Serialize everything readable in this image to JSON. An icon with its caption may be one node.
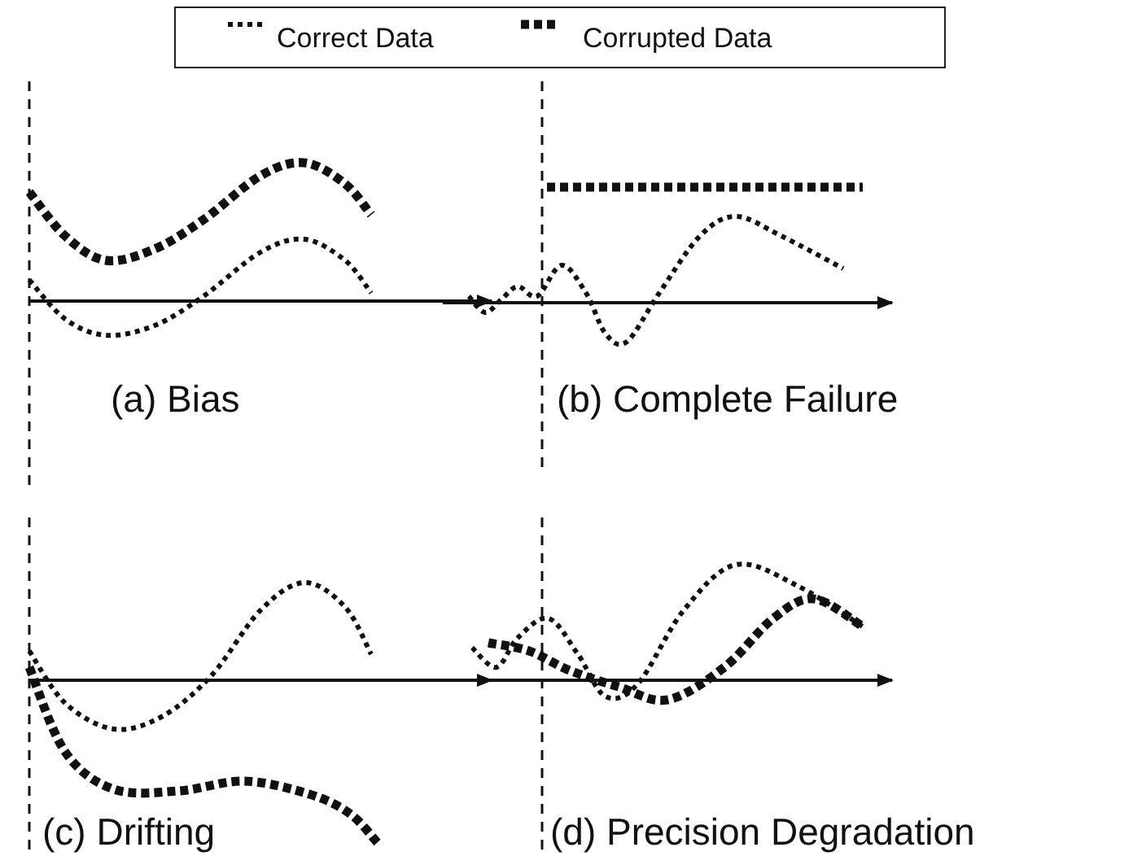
{
  "diagram": {
    "labels": [
      "(a) Bias",
      "(b) Complete Failure",
      "(c) Drifting",
      "(d) Precision Degradation"
    ],
    "legend": [
      {
        "text": "Correct Data"
      },
      {
        "text": "Corrupted Data"
      }
    ]
  }
}
